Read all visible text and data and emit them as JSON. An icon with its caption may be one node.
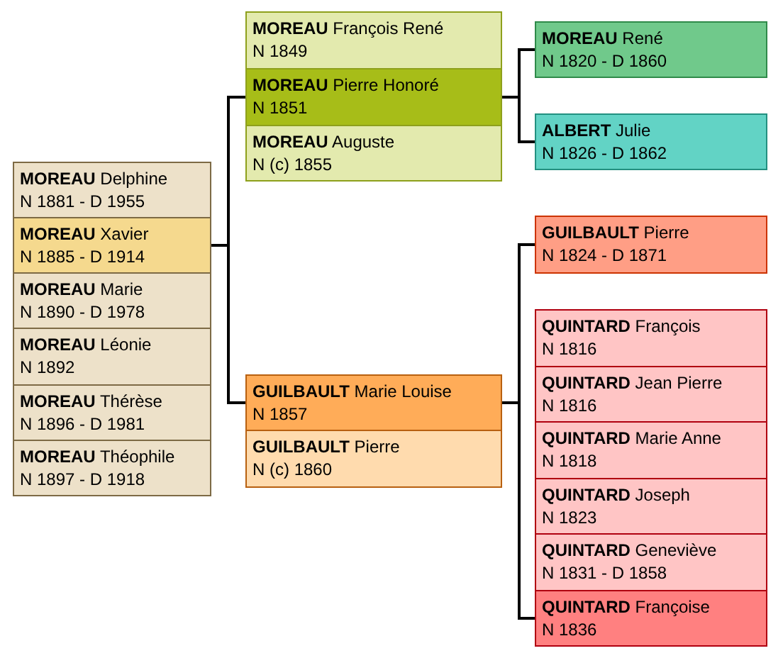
{
  "diagram": {
    "nodes": [
      {
        "text": [
          "**MOREAU** Delphine",
          "N 1881 - D 1955"
        ]
      },
      {
        "text": [
          "**MOREAU** Xavier",
          "N 1885 - D 1914"
        ]
      },
      {
        "text": [
          "**MOREAU** Marie",
          "N 1890 - D 1978"
        ]
      },
      {
        "text": [
          "**MOREAU** Léonie",
          "N 1892"
        ]
      },
      {
        "text": [
          "**MOREAU** Thérèse",
          "N 1896 - D 1981"
        ]
      },
      {
        "text": [
          "**MOREAU** Théophile",
          "N 1897 - D 1918"
        ]
      },
      {
        "text": [
          "**MOREAU** François René",
          "N 1849"
        ]
      },
      {
        "text": [
          "**MOREAU** Pierre Honoré",
          "N 1851"
        ]
      },
      {
        "text": [
          "**MOREAU** Auguste",
          "N (c) 1855"
        ]
      },
      {
        "text": [
          "**GUILBAULT** Marie Louise",
          "N 1857"
        ]
      },
      {
        "text": [
          "**GUILBAULT** Pierre",
          "N (c) 1860"
        ]
      },
      {
        "text": [
          "**MOREAU** René",
          "N 1820 - D 1860"
        ]
      },
      {
        "text": [
          "**ALBERT** Julie",
          "N 1826 - D 1862"
        ]
      },
      {
        "text": [
          "**GUILBAULT** Pierre",
          "N 1824 - D 1871"
        ]
      },
      {
        "text": [
          "**QUINTARD** François",
          "N 1816"
        ]
      },
      {
        "text": [
          "**QUINTARD** Jean Pierre",
          "N 1816"
        ]
      },
      {
        "text": [
          "**QUINTARD** Marie Anne",
          "N 1818"
        ]
      },
      {
        "text": [
          "**QUINTARD** Joseph",
          "N 1823"
        ]
      },
      {
        "text": [
          "**QUINTARD** Geneviève",
          "N 1831 - D 1858"
        ]
      },
      {
        "text": [
          "**QUINTARD** Françoise",
          "N 1836"
        ]
      }
    ],
    "edges": [
      {
        "from": 1,
        "to": 7,
        "arrow": "none"
      },
      {
        "from": 1,
        "to": 9,
        "arrow": "none"
      },
      {
        "from": 7,
        "to": 11,
        "arrow": "none"
      },
      {
        "from": 7,
        "to": 12,
        "arrow": "none"
      },
      {
        "from": 9,
        "to": 13,
        "arrow": "none"
      },
      {
        "from": 9,
        "to": 19,
        "arrow": "none"
      }
    ]
  }
}
